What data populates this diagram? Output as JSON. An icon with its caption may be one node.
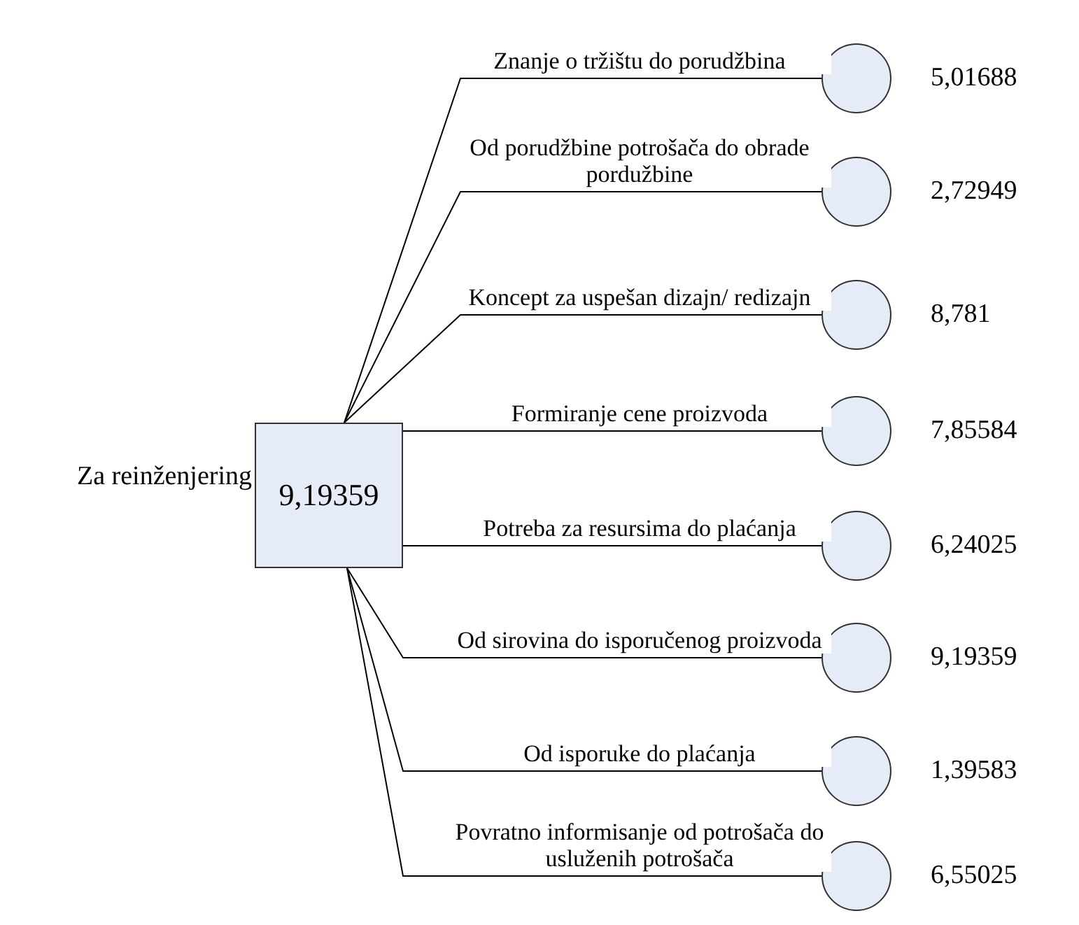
{
  "diagram": {
    "nodes": [
      {
        "text": [
          "9,19359"
        ],
        "beside": [
          "Za reinženjering"
        ]
      },
      {
        "text": [],
        "shape": "circle",
        "beside": [
          "5,01688"
        ]
      },
      {
        "text": [],
        "shape": "circle",
        "beside": [
          "2,72949"
        ]
      },
      {
        "text": [],
        "shape": "circle",
        "beside": [
          "8,781"
        ]
      },
      {
        "text": [],
        "shape": "circle",
        "beside": [
          "7,85584"
        ]
      },
      {
        "text": [],
        "shape": "circle",
        "beside": [
          "6,24025"
        ]
      },
      {
        "text": [],
        "shape": "circle",
        "beside": [
          "9,19359"
        ]
      },
      {
        "text": [],
        "shape": "circle",
        "beside": [
          "1,39583"
        ]
      },
      {
        "text": [],
        "shape": "circle",
        "beside": [
          "6,55025"
        ]
      }
    ],
    "edges": [
      {
        "from": 0,
        "to": 1,
        "arrow": "none",
        "label": "Znanje o tržištu do porudžbina"
      },
      {
        "from": 0,
        "to": 2,
        "arrow": "none",
        "label": "Od porudžbine potrošača do obrade pordužbine"
      },
      {
        "from": 0,
        "to": 3,
        "arrow": "none",
        "label": "Koncept za uspešan dizajn/ redizajn"
      },
      {
        "from": 0,
        "to": 4,
        "arrow": "none",
        "label": "Formiranje cene proizvoda"
      },
      {
        "from": 0,
        "to": 5,
        "arrow": "none",
        "label": "Potreba za resursima do plaćanja"
      },
      {
        "from": 0,
        "to": 6,
        "arrow": "none",
        "label": "Od sirovina do isporučenog proizvoda"
      },
      {
        "from": 0,
        "to": 7,
        "arrow": "none",
        "label": "Od isporuke do plaćanja"
      },
      {
        "from": 0,
        "to": 8,
        "arrow": "none",
        "label": "Povratno informisanje od potrošača do usluženih potrošača"
      }
    ]
  }
}
